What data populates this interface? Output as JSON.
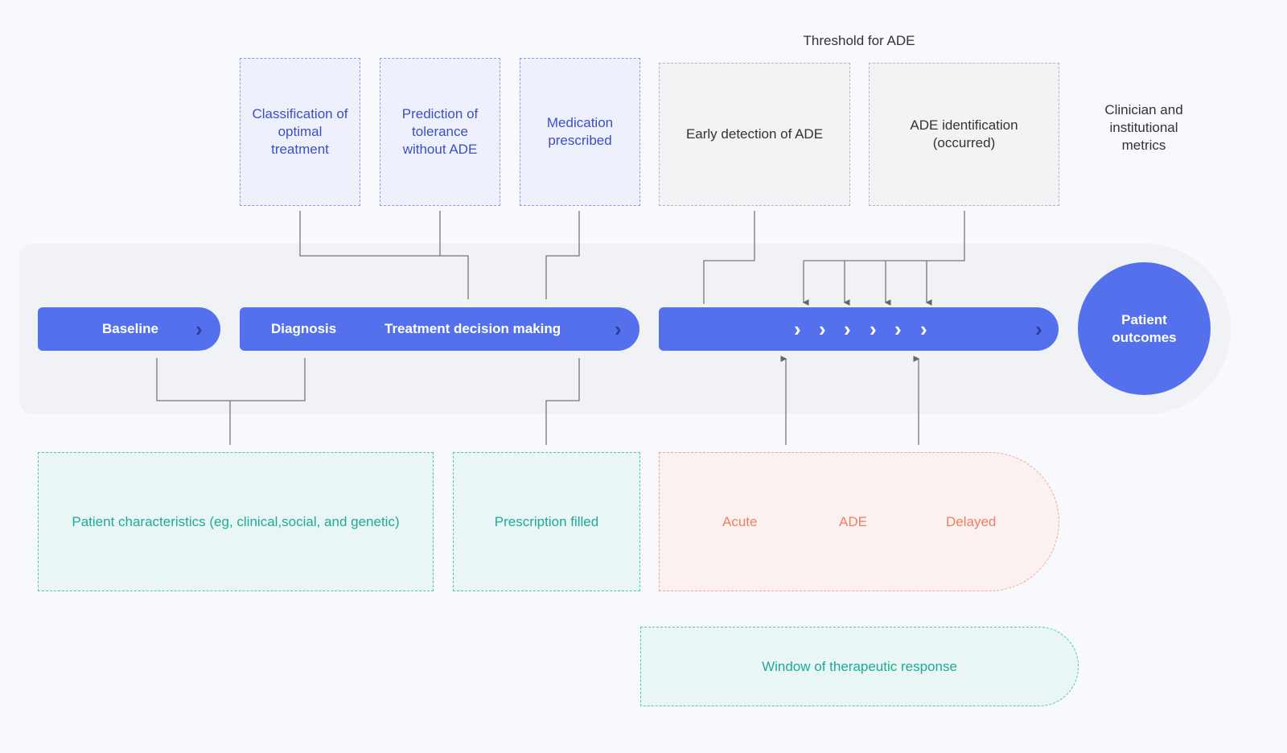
{
  "top_boxes": {
    "classification": "Classification of optimal treatment",
    "prediction": "Prediction of tolerance without ADE",
    "medication": "Medication prescribed",
    "early_detection": "Early detection of ADE",
    "ade_identification": "ADE identification (occurred)"
  },
  "threshold_label": "Threshold for ADE",
  "clinician_label": "Clinician and institutional metrics",
  "timeline": {
    "baseline": "Baseline",
    "diagnosis": "Diagnosis",
    "treatment": "Treatment decision making",
    "outcomes": "Patient outcomes"
  },
  "bottom_boxes": {
    "patient_characteristics": "Patient characteristics (eg, clinical,social, and genetic)",
    "prescription_filled": "Prescription filled",
    "acute": "Acute",
    "ade": "ADE",
    "delayed": "Delayed",
    "window": "Window of therapeutic response"
  },
  "colors": {
    "primary": "#5470ec",
    "green": "#1daa96",
    "red": "#ee8060"
  }
}
